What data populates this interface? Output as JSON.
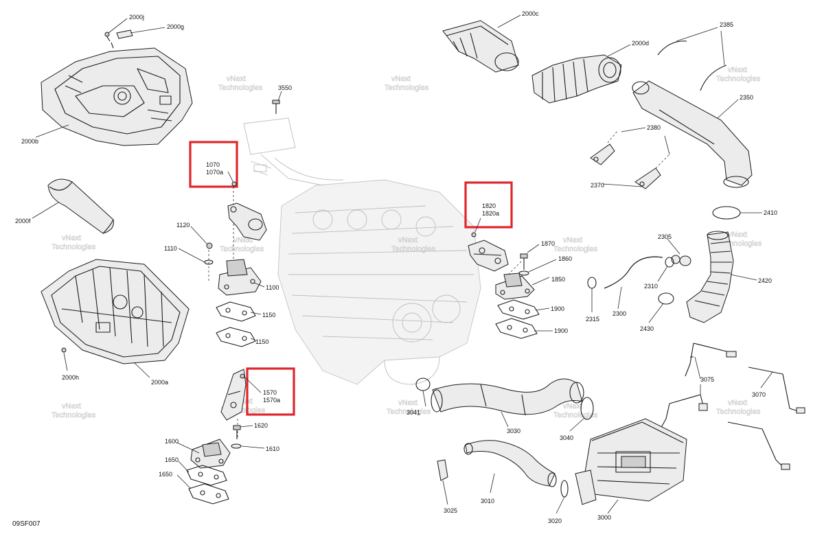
{
  "diagram": {
    "reference_code": "09SF007",
    "watermark_line1": "vNext",
    "watermark_line2": "Technologies",
    "watermark_full": "vNext Technologies",
    "highlight_color": "#e0262c",
    "labels": {
      "p2000j": "2000j",
      "p2000g": "2000g",
      "p2000b": "2000b",
      "p2000f": "2000f",
      "p2000h": "2000h",
      "p2000a": "2000a",
      "p2000c": "2000c",
      "p2000d": "2000d",
      "p3550": "3550",
      "p1070": "1070",
      "p1070a": "1070a",
      "p1120": "1120",
      "p1110": "1110",
      "p1100": "1100",
      "p1150a": "1150",
      "p1150b": "1150",
      "p1570": "1570",
      "p1570a": "1570a",
      "p1620": "1620",
      "p1600": "1600",
      "p1610": "1610",
      "p1650a": "1650",
      "p1650b": "1650",
      "p1820": "1820",
      "p1820a": "1820a",
      "p1870": "1870",
      "p1860": "1860",
      "p1850": "1850",
      "p1900a": "1900",
      "p1900b": "1900",
      "p2385": "2385",
      "p2350": "2350",
      "p2380": "2380",
      "p2370": "2370",
      "p2410": "2410",
      "p2305": "2305",
      "p2310": "2310",
      "p2315": "2315",
      "p2300": "2300",
      "p2430": "2430",
      "p2420": "2420",
      "p3041": "3041",
      "p3030": "3030",
      "p3040": "3040",
      "p3075": "3075",
      "p3070": "3070",
      "p3025": "3025",
      "p3010": "3010",
      "p3020": "3020",
      "p3000": "3000"
    }
  }
}
